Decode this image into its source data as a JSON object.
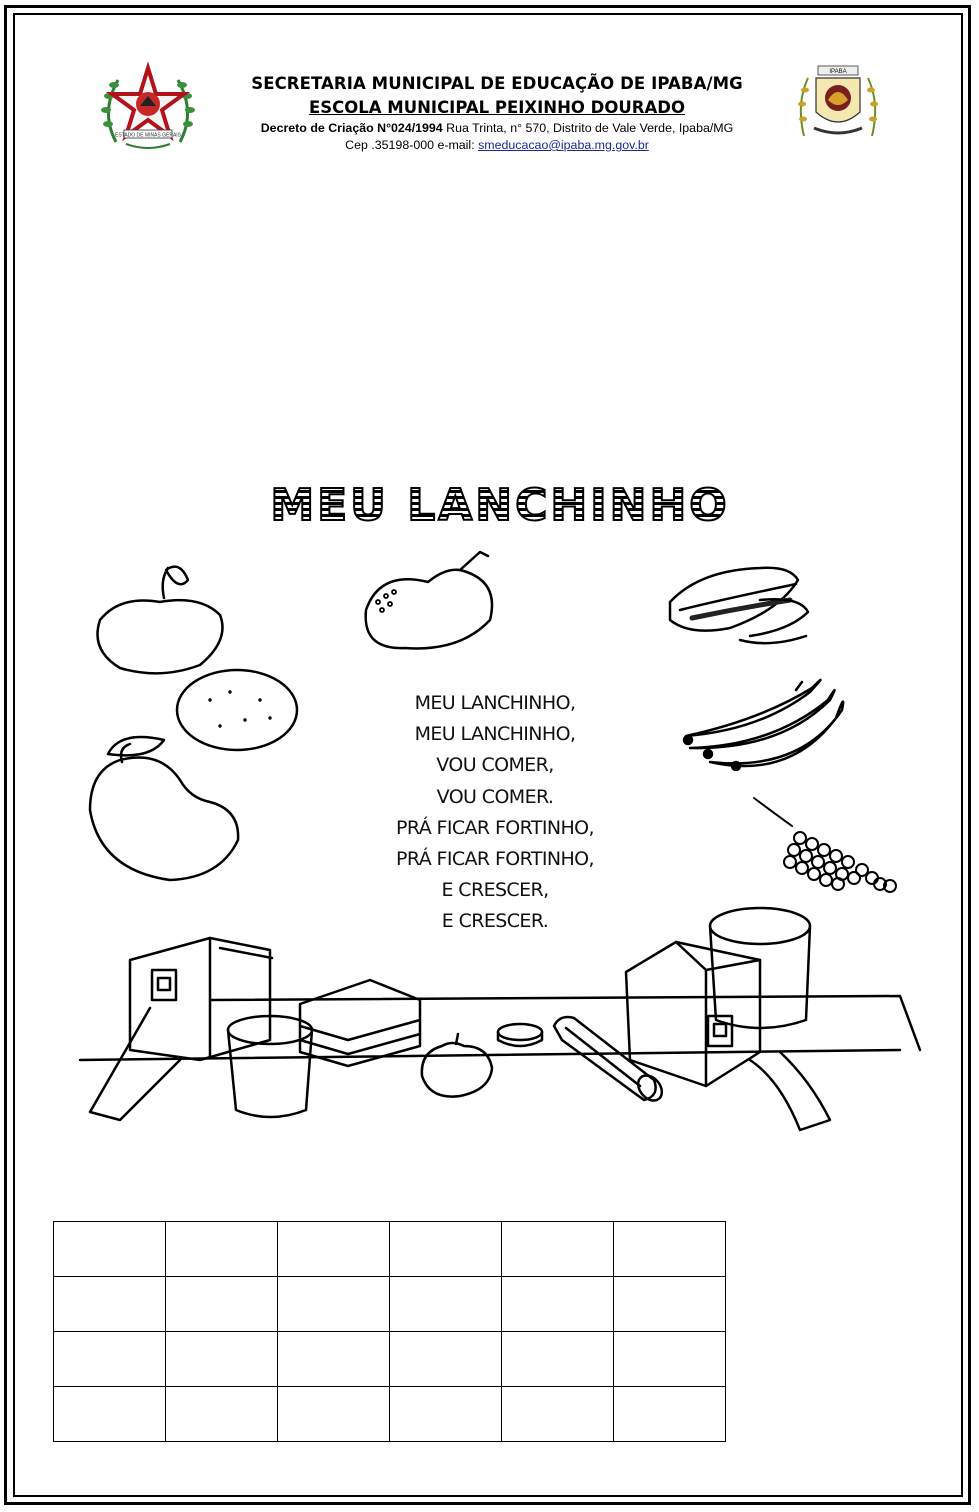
{
  "header": {
    "line1": "SECRETARIA MUNICIPAL DE EDUCAÇÃO DE IPABA/MG",
    "line2": "ESCOLA MUNICIPAL PEIXINHO DOURADO",
    "decree_label": "Decreto  de Criação N°024/1994",
    "address": " Rua Trinta, n° 570, Distrito de Vale Verde, Ipaba/MG",
    "cep_label": "Cep .35198-000 e-mail: ",
    "email": "smeducacao@ipaba.mg.gov.br"
  },
  "seals": {
    "left": "minas-gerais-seal",
    "left_text": "ESTADO DE MINAS GERAIS",
    "right": "ipaba-seal",
    "right_text": "IPABA"
  },
  "activity": {
    "title": "MEU LANCHINHO",
    "poem": [
      "MEU LANCHINHO,",
      "MEU LANCHINHO,",
      "VOU COMER,",
      "VOU COMER.",
      "PRÁ FICAR FORTINHO,",
      "PRÁ FICAR FORTINHO,",
      "E CRESCER,",
      "E CRESCER."
    ]
  },
  "grid": {
    "rows": 4,
    "cols": 6
  }
}
